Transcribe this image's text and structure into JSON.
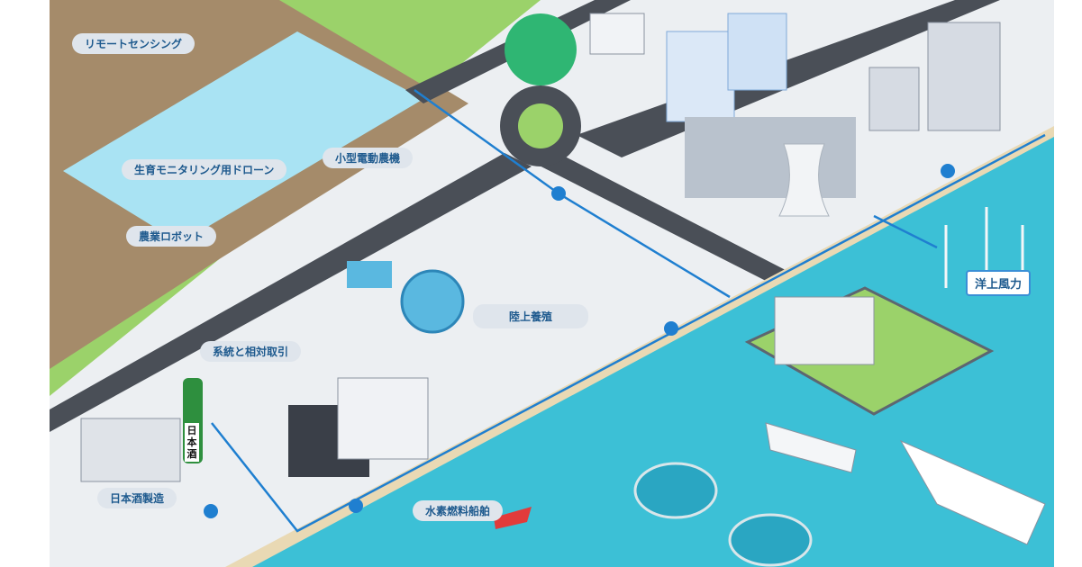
{
  "labels": {
    "remote_sensing": "リモートセンシング",
    "growth_drone": "生育モニタリング用ドローン",
    "small_electric_machine": "小型電動農機",
    "agri_robot": "農業ロボット",
    "grid_trading": "系統と相対取引",
    "land_aquaculture": "陸上養殖",
    "offshore_wind": "洋上風力",
    "sake_brewing": "日本酒製造",
    "hydrogen_ship": "水素燃料船舶",
    "sake_bottle": "日本酒"
  },
  "colors": {
    "sea": "#3cc0d6",
    "grass": "#9bd26a",
    "field": "#a58b6a",
    "paddy": "#a9e3f3",
    "ground": "#eceff2",
    "network_line": "#1f7fd0",
    "label_text": "#1e5a8e"
  }
}
